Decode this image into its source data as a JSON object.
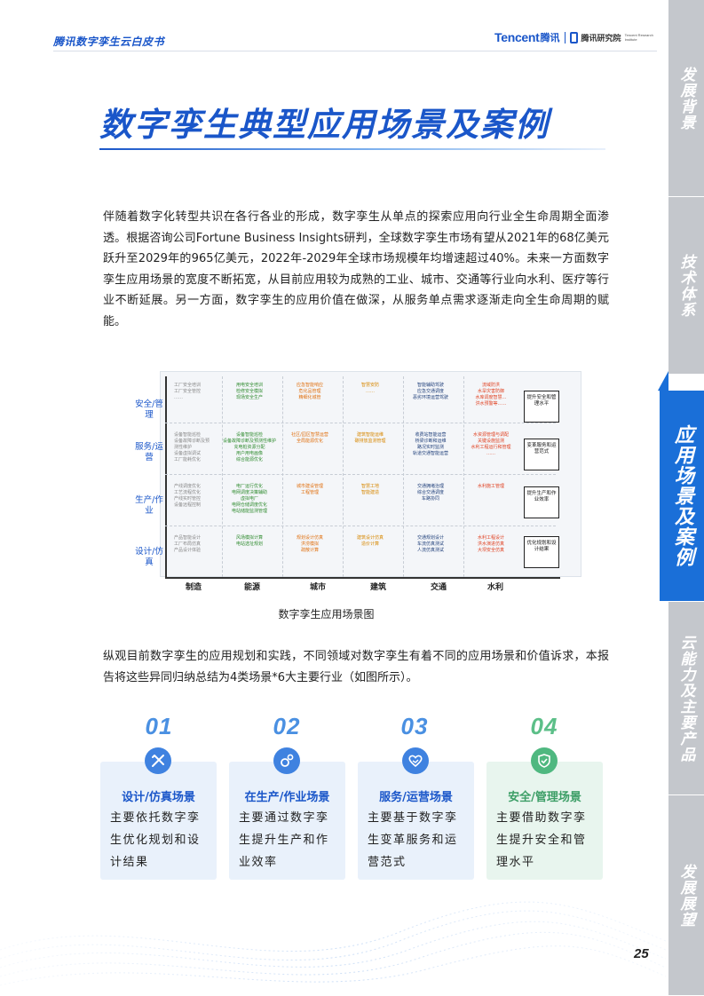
{
  "header": {
    "left_title": "腾讯数字孪生云白皮书",
    "brand": "Tencent",
    "brand_cn": "腾讯",
    "institute": "腾讯研究院",
    "institute_en": "Tencent Research Institute"
  },
  "side_tabs": [
    {
      "label": "发展背景",
      "active": false
    },
    {
      "label": "技术体系",
      "active": false
    },
    {
      "label": "应用场景及案例",
      "active": true
    },
    {
      "label": "云能力及主要产品",
      "active": false
    },
    {
      "label": "发展展望",
      "active": false
    }
  ],
  "title": "数字孪生典型应用场景及案例",
  "paragraph1": "伴随着数字化转型共识在各行各业的形成，数字孪生从单点的探索应用向行业全生命周期全面渗透。根据咨询公司Fortune Business Insights研判，全球数字孪生市场有望从2021年的68亿美元跃升至2029年的965亿美元，2022年-2029年全球市场规模年均增速超过40%。未来一方面数字孪生应用场景的宽度不断拓宽，从目前应用较为成熟的工业、城市、交通等行业向水利、医疗等行业不断延展。另一方面，数字孪生的应用价值在做深，从服务单点需求逐渐走向全生命周期的赋能。",
  "diagram": {
    "y_labels": [
      "安全/管理",
      "服务/运营",
      "生产/作业",
      "设计/仿真"
    ],
    "x_labels": [
      "制造",
      "能源",
      "城市",
      "建筑",
      "交通",
      "水利"
    ],
    "cells": [
      [
        "工厂安全培训\n工厂安全管控\n……",
        "用电安全培训\n检修安全模拟\n现场安全生产",
        "应急智能响应\n危化品管理\n精细化城管",
        "智慧安防\n……",
        "智能辅助驾驶\n应急交通调度\n恶劣环境运营驾驶",
        "流域防洪\n水旱灾害防御\n水库调度智慧…\n洪水预警等……"
      ],
      [
        "设备智能巡检\n设备故障诊断及预\n测性维护\n设备虚拟调试\n工厂能耗优化",
        "设备智能巡检\n设备故障诊断及预测性维护\n充电桩资源分配\n用户用电画像\n综合能源优化",
        "社区/园区智慧运营\n全局能源优化",
        "建筑智能运维\n碳排放监测管理",
        "收费站智能运营\n桥梁诊断和运维\n路况实时监测\n轨道交通智能运营",
        "水资源管理与调配\n关键设施监测\n水利工程运行和管理\n……"
      ],
      [
        "产线调度优化\n工艺流程优化\n产线实时管控\n设备远程控制",
        "电厂运行优化\n电网调度决策辅助\n虚拟电厂\n电网仓储调度优化\n电站储能监测管理",
        "城市建设管理\n工程管理",
        "智慧工地\n智能建造",
        "交通拥堵治理\n综合交通调度\n车路协同",
        "水利施工管理"
      ],
      [
        "产品智能设计\n工厂布局仿真\n产品设计体验",
        "风场模拟计算\n电站选址规划",
        "规划设计仿真\n洪涝模拟\n疏散计算",
        "建筑设计仿真\n造价计算",
        "交通规划设计\n车流仿真测试\n人流仿真测试",
        "水利工程设计\n洪水演进仿真\n大坝安全仿真"
      ]
    ],
    "value_labels": [
      "提升安全和管理水平",
      "变革服务和运营范式",
      "提升生产和作业效率",
      "优化规划和设计结果"
    ],
    "caption": "数字孪生应用场景图"
  },
  "paragraph2": "纵观目前数字孪生的应用规划和实践，不同领域对数字孪生有着不同的应用场景和价值诉求，本报告将这些异同归纳总结为4类场景*6大主要行业（如图所示）。",
  "scenarios": [
    {
      "num": "01",
      "icon": "design-tools-icon",
      "title": "设计/仿真场景",
      "body": "主要依托数字孪生优化规划和设计结果"
    },
    {
      "num": "02",
      "icon": "gears-icon",
      "title": "在生产/作业场景",
      "body": "主要通过数字孪生提升生产和作业效率"
    },
    {
      "num": "03",
      "icon": "handshake-icon",
      "title": "服务/运营场景",
      "body": "主要基于数字孪生变革服务和运营范式"
    },
    {
      "num": "04",
      "icon": "shield-check-icon",
      "title": "安全/管理场景",
      "body": "主要借助数字孪生提升安全和管理水平"
    }
  ],
  "colors": {
    "brand_blue": "#1a56c9",
    "accent_green": "#4fb880",
    "tab_active": "#1a6fd8",
    "tab_inactive": "#c4c7cc"
  },
  "page_number": "25"
}
